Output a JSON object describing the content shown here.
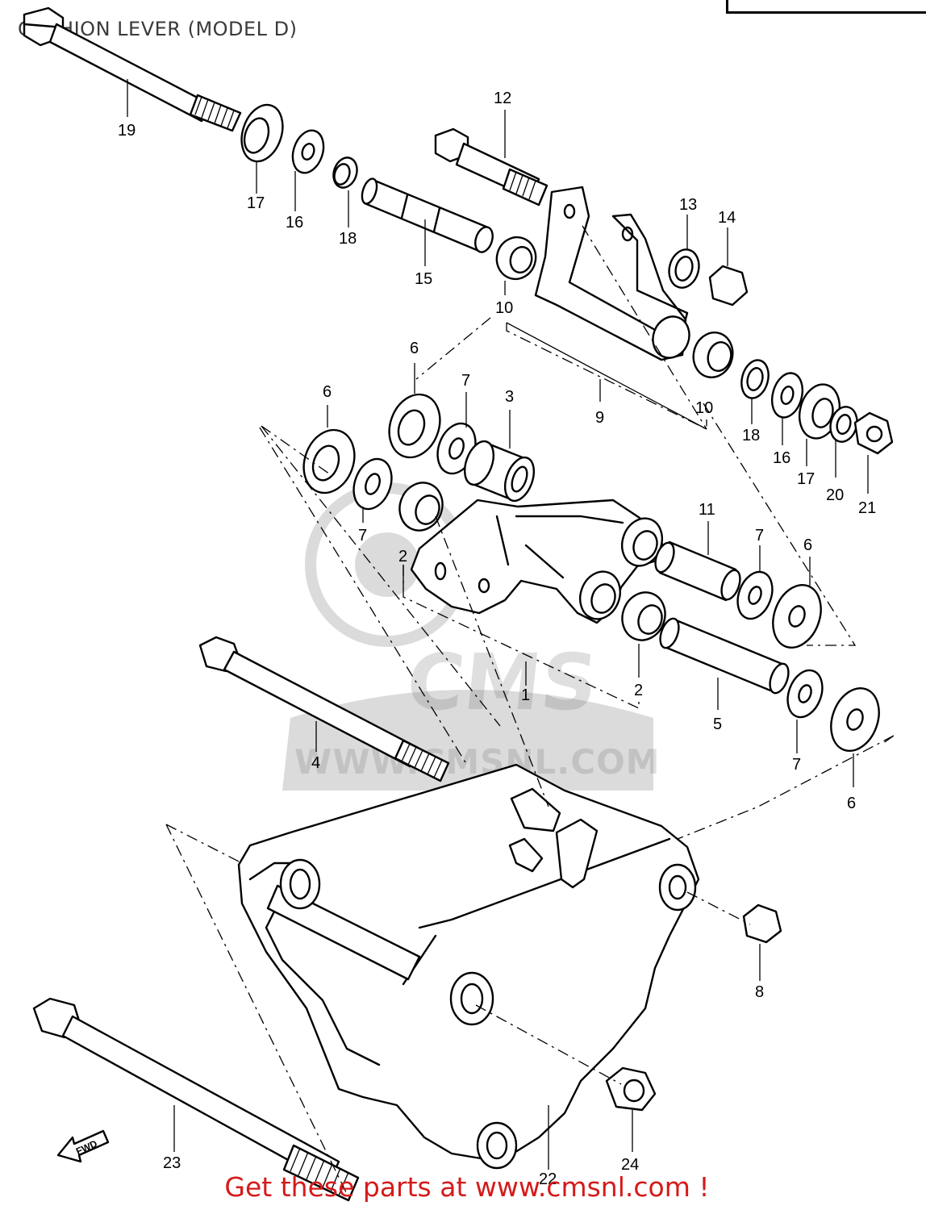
{
  "diagram": {
    "title": "CUSHION LEVER (MODEL D)",
    "callouts": [
      "1",
      "2",
      "2",
      "3",
      "4",
      "5",
      "6",
      "6",
      "6",
      "6",
      "7",
      "7",
      "7",
      "7",
      "8",
      "9",
      "10",
      "10",
      "11",
      "12",
      "13",
      "14",
      "15",
      "16",
      "16",
      "17",
      "17",
      "18",
      "18",
      "19",
      "20",
      "21",
      "22",
      "23",
      "24"
    ]
  },
  "watermark": {
    "brand": "CMS",
    "url": "WWW.CMSNL.COM"
  },
  "footer": {
    "promo": "Get these parts at www.cmsnl.com !"
  },
  "arrow": {
    "label": "FWD"
  }
}
